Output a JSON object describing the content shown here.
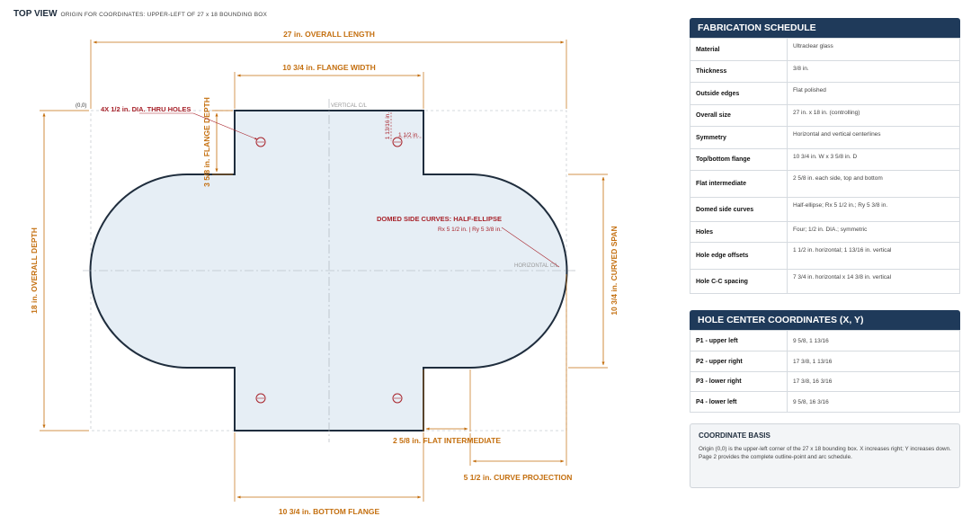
{
  "header": {
    "view_title": "TOP VIEW",
    "subtitle": "ORIGIN FOR COORDINATES: UPPER-LEFT OF 27 x 18 BOUNDING BOX"
  },
  "drawing": {
    "origin_label": "(0,0)",
    "overall_length": "27 in. OVERALL LENGTH",
    "flange_width": "10 3/4 in. FLANGE WIDTH",
    "flange_depth": "3 5/8 in. FLANGE DEPTH",
    "holes_note": "4X 1/2 in. DIA. THRU HOLES",
    "vertical_cl": "VERTICAL C/L",
    "horizontal_cl": "HORIZONTAL C/L",
    "hole_vert_offset": "1 13/16 in.",
    "hole_horiz_offset": "1 1/2 in.",
    "domed_note": "DOMED SIDE CURVES: HALF-ELLIPSE",
    "domed_note_sub": "Rx 5 1/2 in. | Ry 5 3/8 in.",
    "overall_depth": "18 in. OVERALL DEPTH",
    "curved_span": "10 3/4 in. CURVED SPAN",
    "flat_intermediate": "2 5/8 in. FLAT INTERMEDIATE",
    "curve_projection": "5 1/2 in. CURVE PROJECTION",
    "bottom_flange": "10 3/4 in. BOTTOM FLANGE"
  },
  "schedule": {
    "title": "FABRICATION SCHEDULE",
    "rows": [
      {
        "label": "Material",
        "value": "Ultraclear glass"
      },
      {
        "label": "Thickness",
        "value": "3/8 in."
      },
      {
        "label": "Outside edges",
        "value": "Flat polished"
      },
      {
        "label": "Overall size",
        "value": "27 in. x 18 in. (controlling)"
      },
      {
        "label": "Symmetry",
        "value": "Horizontal and vertical centerlines"
      },
      {
        "label": "Top/bottom flange",
        "value": "10 3/4 in. W x 3 5/8 in. D"
      },
      {
        "label": "Flat intermediate",
        "value": "2 5/8 in. each side, top and bottom"
      },
      {
        "label": "Domed side curves",
        "value": "Half-ellipse; Rx 5 1/2 in.; Ry 5 3/8 in."
      },
      {
        "label": "Holes",
        "value": "Four; 1/2 in. DIA.; symmetric"
      },
      {
        "label": "Hole edge offsets",
        "value": "1 1/2 in. horizontal; 1 13/16 in. vertical"
      },
      {
        "label": "Hole C-C spacing",
        "value": "7 3/4 in. horizontal x 14 3/8 in. vertical"
      }
    ]
  },
  "hole_coords": {
    "title": "HOLE CENTER COORDINATES (X, Y)",
    "rows": [
      {
        "label": "P1 - upper left",
        "value": "9 5/8, 1 13/16"
      },
      {
        "label": "P2 - upper right",
        "value": "17 3/8, 1 13/16"
      },
      {
        "label": "P3 - lower right",
        "value": "17 3/8, 16 3/16"
      },
      {
        "label": "P4 - lower left",
        "value": "9 5/8, 16 3/16"
      }
    ]
  },
  "basis": {
    "title": "COORDINATE BASIS",
    "body": "Origin (0,0) is the upper-left corner of the 27 x 18 bounding box. X increases right; Y increases down. Page 2 provides the complete outline-point and arc schedule."
  },
  "colors": {
    "dimension": "#c46f0f",
    "note": "#a8232b",
    "outline": "#1f2d3d",
    "fill": "#e6eef5",
    "header_bg": "#1f3a5a"
  }
}
